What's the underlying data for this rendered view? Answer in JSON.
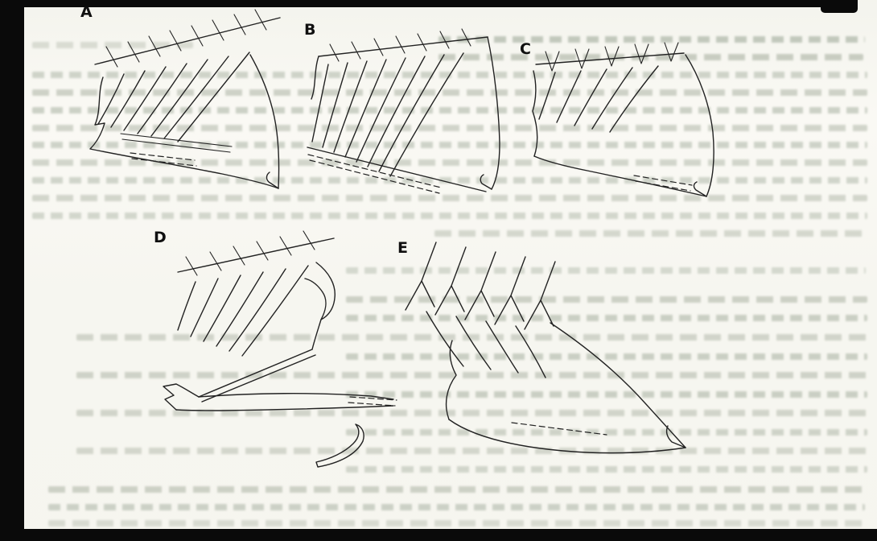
{
  "figure": {
    "panels": [
      {
        "label": "A"
      },
      {
        "label": "B"
      },
      {
        "label": "C"
      },
      {
        "label": "D"
      },
      {
        "label": "E"
      }
    ]
  },
  "colors": {
    "ink": "#222222",
    "paper": "#faf9f4",
    "scan_border": "#0a0a0a",
    "ghost_text": "#7d8c78"
  }
}
